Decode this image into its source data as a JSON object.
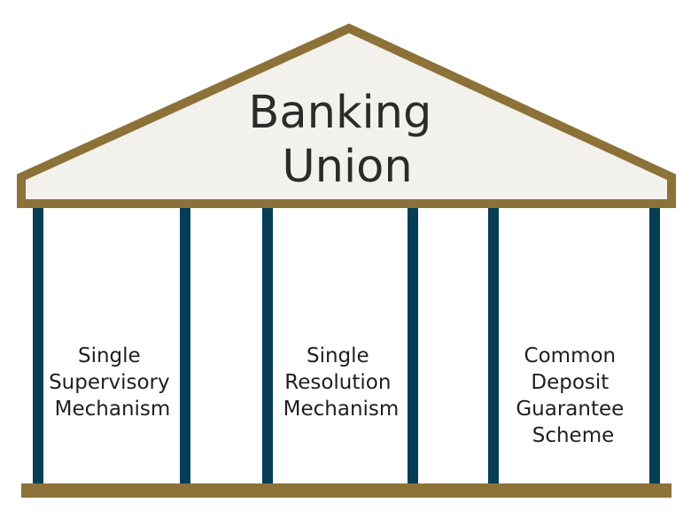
{
  "title": {
    "lines": [
      "Banking",
      "Union"
    ]
  },
  "pillars": [
    {
      "lines": [
        "Single",
        "Supervisory",
        "Mechanism"
      ]
    },
    {
      "lines": [
        "Single",
        "Resolution",
        "Mechanism"
      ]
    },
    {
      "lines": [
        "Common",
        "Deposit",
        "Guarantee",
        "Scheme"
      ]
    }
  ],
  "colors": {
    "frame": "#8c7238",
    "roof_fill": "#f3f1ec",
    "column": "#063d57",
    "text": "#1f1f1f",
    "background": "#ffffff"
  }
}
